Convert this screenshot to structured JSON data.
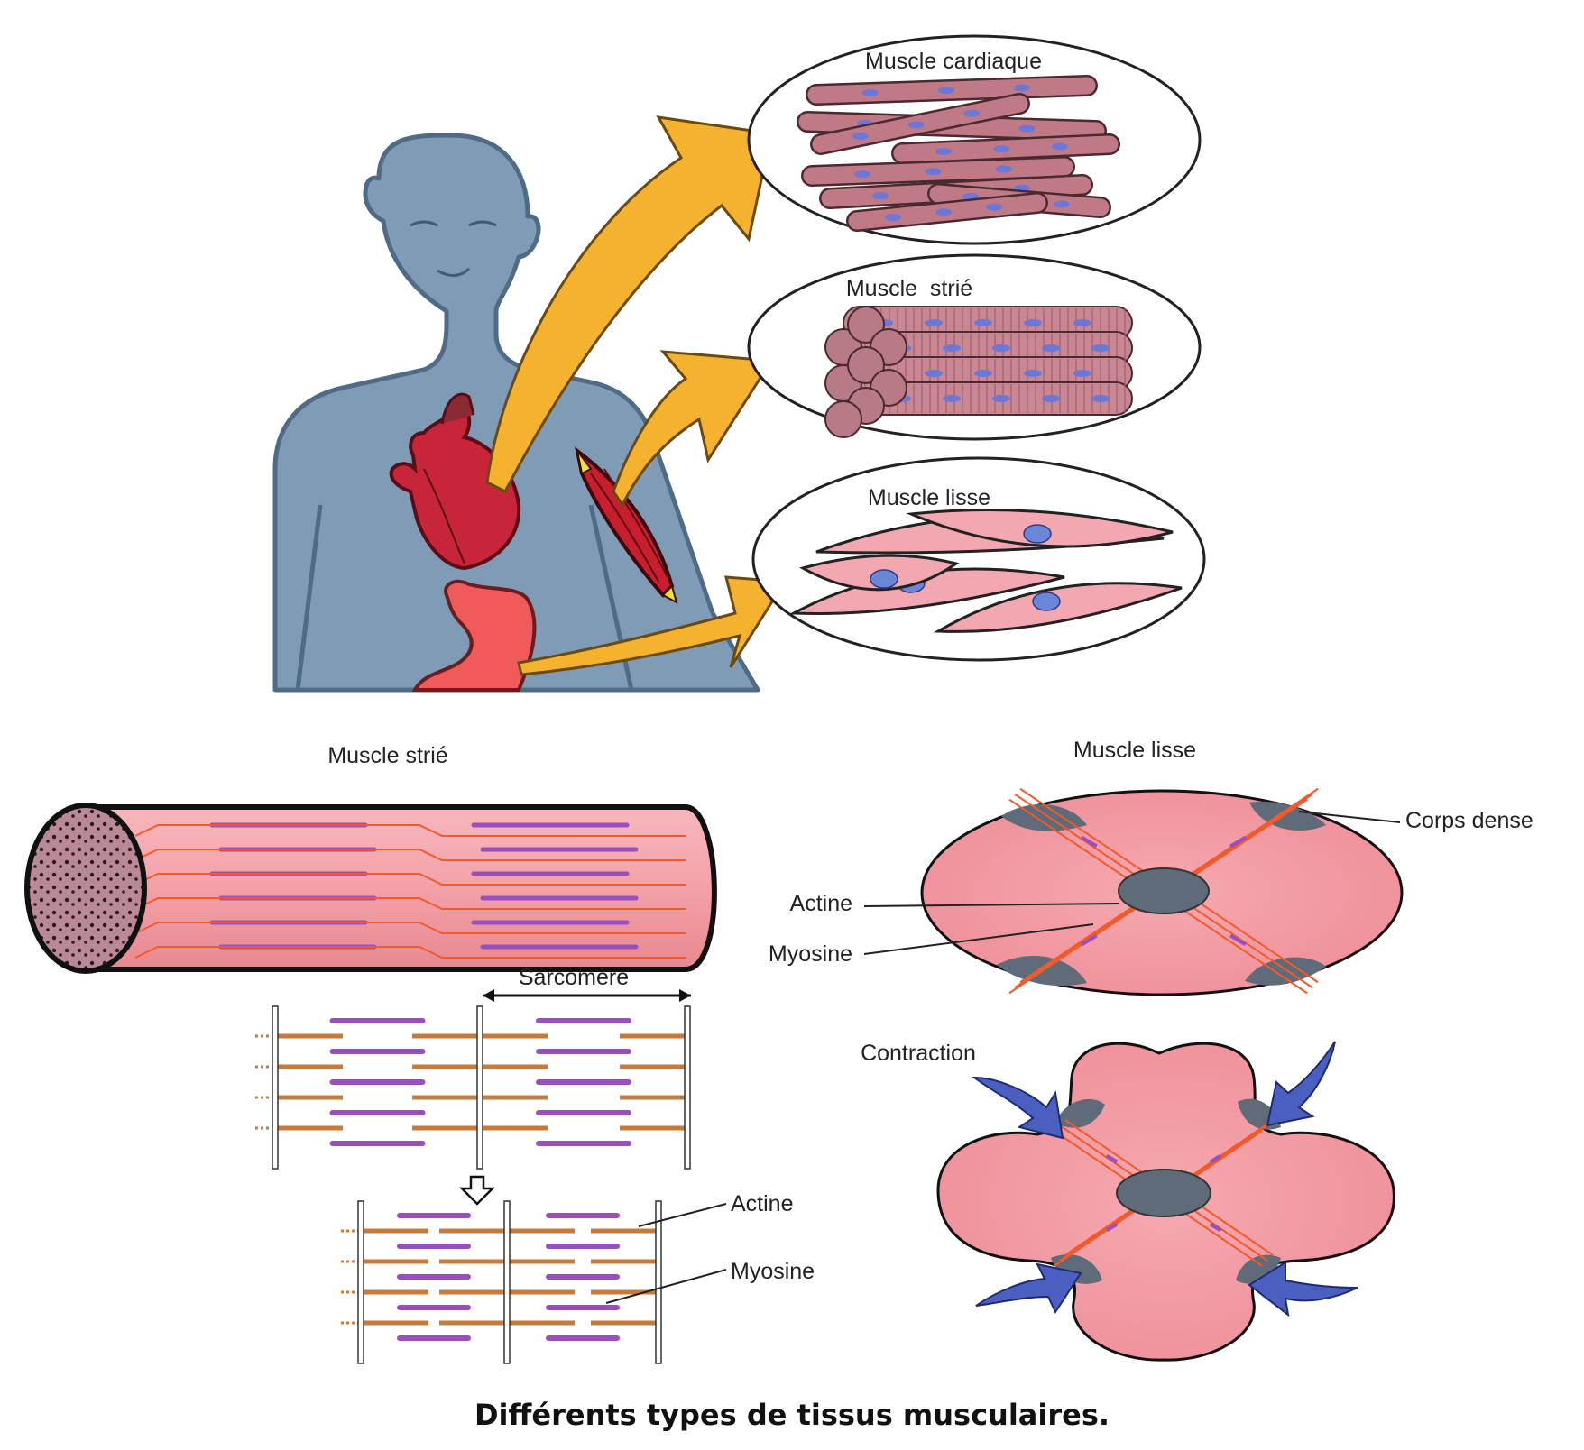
{
  "top_panel": {
    "cardiac_label": "Muscle cardiaque",
    "striated_label": "Muscle  strié",
    "smooth_label": "Muscle lisse"
  },
  "striated_detail": {
    "title": "Muscle strié",
    "sarcomere_label": "Sarcomère",
    "actin_label": "Actine",
    "myosin_label": "Myosine"
  },
  "smooth_detail": {
    "title": "Muscle lisse",
    "dense_body_label": "Corps dense",
    "actin_label": "Actine",
    "myosin_label": "Myosine",
    "contraction_label": "Contraction"
  },
  "caption": "Différents types de tissus musculaires.",
  "colors": {
    "body": "#7f9bb5",
    "arrow": "#f4b22e",
    "muscle_pink": "#f2a0a8",
    "actin": "#c87a3a",
    "myosin": "#9a4fbf",
    "dense_body": "#5f6b78",
    "contraction_arrow": "#4a5fc0"
  }
}
